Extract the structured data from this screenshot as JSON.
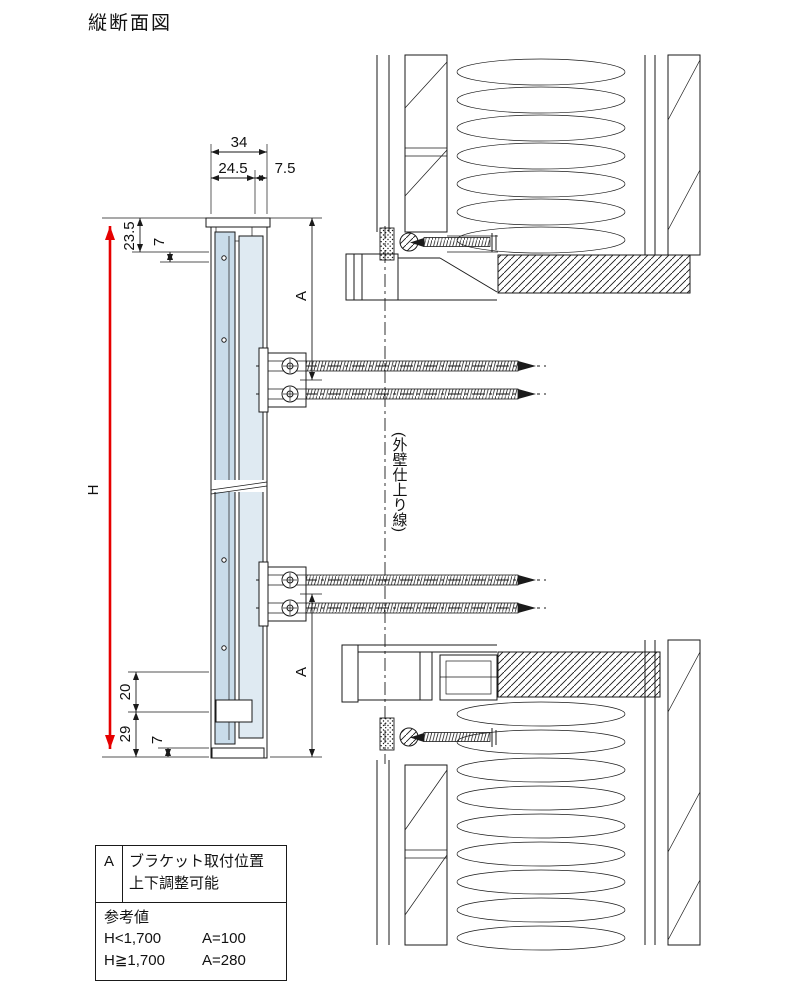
{
  "title": "縦断面図",
  "colors": {
    "accent_red": "#e60000",
    "rail_fill_dark": "#c9dcea",
    "rail_fill_light": "#dfeaf2",
    "line": "#1a1a1a"
  },
  "dimensions": {
    "top_total": "34",
    "top_left": "24.5",
    "top_right": "7.5",
    "head_depth": "23.5",
    "head_plate": "7",
    "overall_height": "H",
    "bracket_offset_top": "A",
    "bracket_offset_bottom": "A",
    "sill_a": "20",
    "sill_b": "29",
    "sill_plate": "7"
  },
  "labels": {
    "wall_finish_line": "(外壁仕上り線)"
  },
  "legend": {
    "key": "A",
    "desc_line1": "ブラケット取付位置",
    "desc_line2": "上下調整可能",
    "ref_title": "参考値",
    "rows": [
      {
        "cond": "H<1,700",
        "val": "A=100"
      },
      {
        "cond": "H≧1,700",
        "val": "A=280"
      }
    ]
  }
}
